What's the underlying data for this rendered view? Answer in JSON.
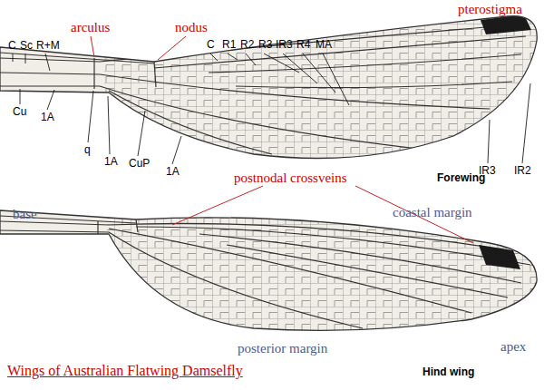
{
  "diagram": {
    "title": "Wings of Australian Flatwing Damselfly",
    "labels": [
      "arculus",
      "nodus",
      "C",
      "R1",
      "R2",
      "R3",
      "IR3",
      "R4",
      "MA",
      "pterostigma",
      "C",
      "Sc",
      "R+M",
      "Cu",
      "1A",
      "q",
      "1A",
      "CuP",
      "1A",
      "IR3",
      "IR2",
      "Forewing",
      "base",
      "postnodal crossveins",
      "coastal margin",
      "posterior margin",
      "Hind wing",
      "apex"
    ]
  }
}
